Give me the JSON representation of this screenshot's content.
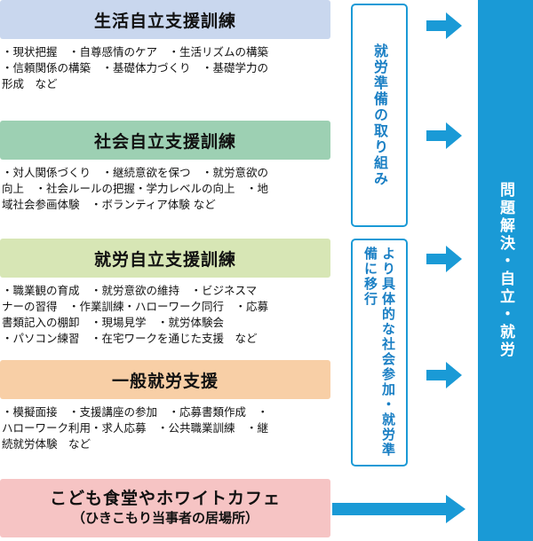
{
  "sections": [
    {
      "title": "生活自立支援訓練",
      "color": "#c9d7ee",
      "description": "・現状把握　・自尊感情のケア　・生活リズムの構築\n・信頼関係の構築　・基礎体力づくり　・基礎学力の\n形成　など"
    },
    {
      "title": "社会自立支援訓練",
      "color": "#9dd0b3",
      "description": "・対人関係づくり　・継続意欲を保つ　・就労意欲の\n向上　・社会ルールの把握・学力レベルの向上　・地\n域社会参画体験　・ボランティア体験 など"
    },
    {
      "title": "就労自立支援訓練",
      "color": "#d7e6b5",
      "description": "・職業観の育成　・就労意欲の維持　・ビジネスマ\nナーの習得　・作業訓練・ハローワーク同行　・応募\n書類記入の棚卸　・現場見学　・就労体験会\n・パソコン練習　・在宅ワークを通じた支援　など"
    },
    {
      "title": "一般就労支援",
      "color": "#f8cfa6",
      "description": "・模擬面接　・支援講座の参加　・応募書類作成　・\nハローワーク利用・求人応募　・公共職業訓練　・継\n続就労体験　など"
    },
    {
      "title": "こども食堂やホワイトカフェ",
      "subtitle": "（ひきこもり当事者の居場所）",
      "color": "#f6c4c4"
    }
  ],
  "stage_labels": {
    "preparation": "就労準備の取り組み",
    "transition": "より具体的な社会参加・就労準備に移行"
  },
  "goal": "問題解決・自立・就労",
  "colors": {
    "accent": "#1a9ad6",
    "arrow": "#1a9ad6"
  }
}
